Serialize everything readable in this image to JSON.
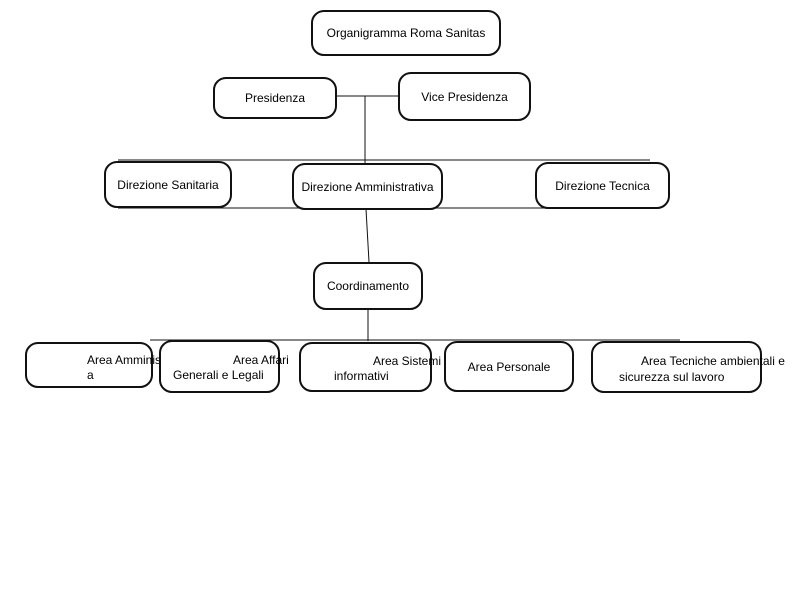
{
  "diagram": {
    "title": "Organigramma Roma Sanitas",
    "presidenza": "Presidenza",
    "vice_presidenza": "Vice Presidenza",
    "direzioni": [
      "Direzione Sanitaria",
      "Direzione Amministrativa",
      "Direzione Tecnica"
    ],
    "coordinamento": "Coordinamento",
    "aree": [
      {
        "line1": "Area Amminis",
        "line2": "a"
      },
      {
        "line1": "Area Affari",
        "line2": "Generali e Legali"
      },
      {
        "line1": "Area Sistemi",
        "line2": "informativi"
      },
      {
        "line1": "Area Personale",
        "line2": ""
      },
      {
        "line1": "Area Tecniche ambientali e",
        "line2": "sicurezza sul lavoro"
      }
    ]
  }
}
